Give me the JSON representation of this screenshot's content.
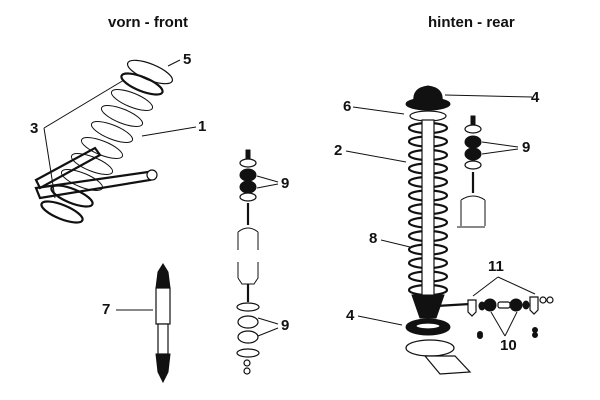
{
  "titles": {
    "front": "vorn - front",
    "rear": "hinten - rear"
  },
  "callouts": {
    "front": {
      "spring": "1",
      "spring_seat_pads": "3",
      "spring_top_pad": "5",
      "shock_absorber": "7",
      "bushings_upper": "9",
      "bushings_lower": "9"
    },
    "rear": {
      "spring": "2",
      "upper_cup": "4",
      "lower_seat": "4",
      "spacer_ring": "6",
      "coilover": "8",
      "bushings": "9",
      "bushes": "10",
      "eye_ends": "11"
    }
  },
  "colors": {
    "ink": "#111111",
    "background": "#ffffff"
  }
}
